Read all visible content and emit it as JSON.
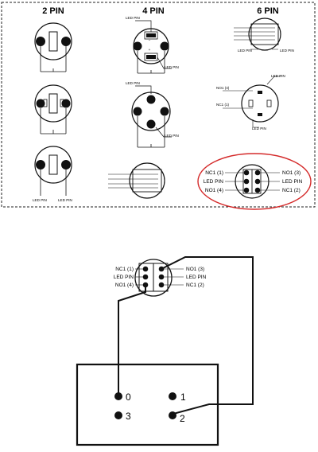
{
  "headers": {
    "two_pin": "2 PIN",
    "four_pin": "4 PIN",
    "six_pin": "6 PIN"
  },
  "labels": {
    "led_pin": "LED PIN",
    "nc1_1": "NC1 (1)",
    "no1_4": "NO1 (4)",
    "no1_3": "NO1 (3)",
    "nc1_2": "NC1 (2)"
  },
  "panel": {
    "pin0": "0",
    "pin1": "1",
    "pin3": "3",
    "pin2": "2"
  },
  "colors": {
    "highlight_ellipse": "#d42a2a",
    "line": "#111111"
  }
}
